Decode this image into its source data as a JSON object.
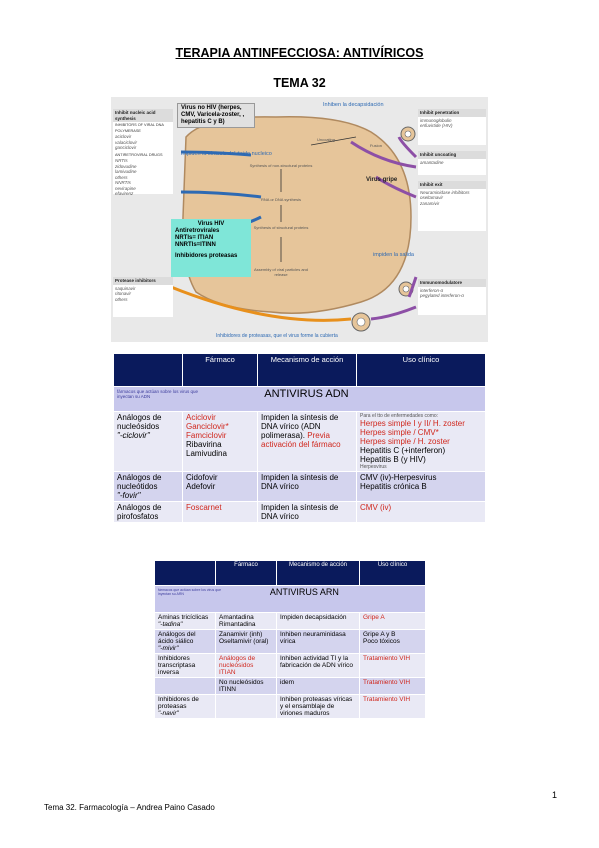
{
  "doc": {
    "title": "TERAPIA ANTINFECCIOSA: ANTIVÍRICOS",
    "subtitle": "TEMA 32",
    "footer": "Tema 32. Farmacología – Andrea Paino Casado",
    "page": "1"
  },
  "diagram": {
    "left_box1": {
      "header": "Inhibit nucleic acid synthesis",
      "section": "INHIBITORS OF VIRAL DNA POLYMERASE",
      "items": [
        "aciclovir",
        "valaciclovir",
        "ganciclovir"
      ]
    },
    "left_box2": {
      "section": "ANTIRETROVIRAL DRUGS",
      "items": [
        "NRTIs",
        "zidovudine",
        "lamivudine",
        "others",
        "NNRTIs",
        "nevirapine",
        "efavirenz"
      ]
    },
    "left_box3": {
      "header": "Protease inhibitors",
      "items": [
        "saquinavir",
        "ritonavir",
        "others"
      ]
    },
    "right_box1": {
      "header": "Inhibit penetration",
      "items": [
        "immunoglobulin",
        "enfuvirtide (HIV)"
      ]
    },
    "right_box2": {
      "header": "Inhibit uncoating",
      "items": [
        "amantadine"
      ]
    },
    "right_box3": {
      "header": "Inhibit exit",
      "items": [
        "Neuraminidase inhibitors",
        "oseltamavir",
        "zanamivir"
      ]
    },
    "right_box4": {
      "header": "Immunomodulatore",
      "items": [
        "interferon-α",
        "pegylated interferon-α"
      ]
    },
    "nohiv_note": "Virus no HIV (herpes, CMV, Varicela-zoster, , hepatitis C y B)",
    "hiv_note": {
      "l1": "Virus HIV",
      "l2": "Antiretrovirales",
      "l3": "NRTIs= ITIAN",
      "l4": "NNRTIs=ITINN",
      "l5": "Inhibidores proteasas"
    },
    "label_top": "Inhiben la decapsidación",
    "label_sintesis": "Impiden la síntesis del ácido nucleico",
    "label_gripe": "Virus gripe",
    "label_salida": "impiden la salida",
    "label_bottom": "Inhibidores de proteasas, que el virus forme la cubierta",
    "cell_uncoating": "Uncoating",
    "cell_fusion": "Fusion",
    "cell_nonstruct": "Synthesis of non-structural proteins",
    "cell_rna": "RNA or DNA synthesis",
    "cell_struct": "Synthesis of structural proteins",
    "cell_assembly": "Assembly of viral particles and release"
  },
  "adn_table": {
    "headers": [
      "",
      "Fármaco",
      "Mecanismo de acción",
      "Uso clínico"
    ],
    "banner_small": "fármacos que actúan sobre los virus que inyectan su ADN",
    "banner_big": "ANTIVIRUS ADN",
    "banner_note": "Para el tto de enfermedades como:",
    "row1": {
      "group": "Análogos de nucleósidos",
      "suffix": "\"-ciclovir\"",
      "drugs_red": [
        "Aciclovir",
        "Ganciclovir*",
        "Famciclovir"
      ],
      "drugs_black": [
        "Ribavirina",
        "Lamivudina"
      ],
      "mech": "Impiden la síntesis de DNA vírico (ADN polimerasa).",
      "mech_red": "Previa activación del fármaco",
      "uses_red": [
        "Herpes simple I y II/ H. zoster",
        "Herpes simple / CMV*",
        "Herpes simple / H. zoster"
      ],
      "uses_note": "Herpesvirus",
      "uses_black": [
        "Hepatitis C (+interferon)",
        "Hepatitis B (y HIV)"
      ]
    },
    "row2": {
      "group": "Análogos de nucleótidos",
      "suffix": "\"-fovir\"",
      "drugs": [
        "Cidofovir",
        "Adefovir"
      ],
      "mech": "Impiden la síntesis de DNA vírico",
      "uses": [
        "CMV (iv)-Herpesvirus",
        "Hepatitis crónica B"
      ]
    },
    "row3": {
      "group": "Análogos de pirofosfatos",
      "drug": "Foscarnet",
      "mech": "Impiden la síntesis de DNA vírico",
      "use": "CMV (iv)"
    }
  },
  "arn_table": {
    "headers": [
      "",
      "Fármaco",
      "Mecanismo de acción",
      "Uso clínico"
    ],
    "banner_small": "fármacos que actúan sobre los virus que inyectan su ARN",
    "banner_big": "ANTIVIRUS ARN",
    "row1": {
      "group": "Aminas tricíclicas",
      "suffix": "\"-tadina\"",
      "drugs": [
        "Amantadina",
        "Rimantadina"
      ],
      "mech": "Impiden decapsidación",
      "use": "Gripe A"
    },
    "row2": {
      "group": "Análogos del ácido siálico",
      "suffix": "\"-mivir\"",
      "drugs": [
        "Zanamivir (inh)",
        "Oseltamivir (oral)"
      ],
      "mech": "Inhiben neuraminidasa vírica",
      "uses": [
        "Gripe A y B",
        "Poco tóxicos"
      ]
    },
    "row3": {
      "group": "Inhibidores transcriptasa inversa",
      "drugs": [
        "Análogos de nucleósidos",
        "ITIAN"
      ],
      "mech": "Inhiben actividad TI y la fabricación de ADN vírico",
      "use": "Tratamiento VIH"
    },
    "row4": {
      "drugs": [
        "No nucleósidos",
        "ITINN"
      ],
      "mech": "idem",
      "use": "Tratamiento VIH"
    },
    "row5": {
      "group": "Inhibidores de proteasas",
      "suffix": "\"-navir\"",
      "mech": "Inhiben proteasas víricas y el ensamblaje de viriones maduros",
      "use": "Tratamiento VIH"
    }
  }
}
